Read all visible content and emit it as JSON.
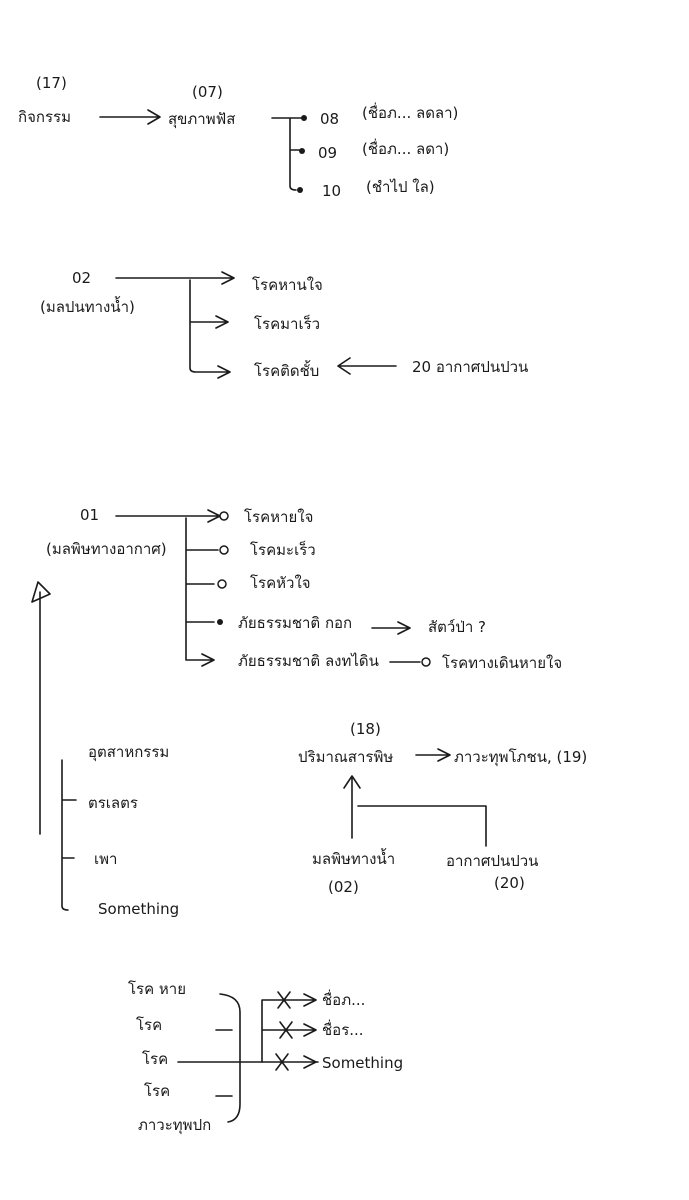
{
  "section1": {
    "root_num": "(17)",
    "root_label": "กิจกรรม",
    "mid_num": "(07)",
    "mid_label": "สุขภาพฟัส",
    "leaves": [
      {
        "num": "08",
        "label": "(ชื่อภ... ลดลา)"
      },
      {
        "num": "09",
        "label": "(ชื่อภ... ลดา)"
      },
      {
        "num": "10",
        "label": "(ชำไป ใล)"
      }
    ]
  },
  "section2": {
    "num": "02",
    "label": "(มลปนทางน้ำ)",
    "items": [
      "โรคหานใจ",
      "โรคมาเร็ว",
      "โรคติดชั้บ"
    ],
    "incoming_label": "20 อากาศปนปวน"
  },
  "section3": {
    "num": "01",
    "label": "(มลพิษทางอากาศ)",
    "items": [
      "โรคหายใจ",
      "โรคมะเร็ว",
      "โรคหัวใจ",
      "ภัยธรรมชาติ กอก",
      "ภัยธรรมชาติ ลงทไดิน"
    ],
    "item4_target": "สัตว์ป่า ?",
    "item5_target": "โรคทางเดินหายใจ"
  },
  "section4": {
    "items": [
      "อุตสาหกรรม",
      "ตรเลตร",
      "เพา",
      "Something"
    ]
  },
  "section5": {
    "top_num": "(18)",
    "top_label": "ปริมาณสารพิษ",
    "right_label": "ภาวะทุพโภชน, (19)",
    "left_label": "มลพิษทางน้ำ",
    "left_num": "(02)",
    "right_src_label": "อากาศปนปวน",
    "right_src_num": "(20)"
  },
  "section6": {
    "items": [
      "โรค หาย",
      "โรค",
      "โรค",
      "โรค",
      "ภาวะทุพปก"
    ],
    "targets": [
      "ชื่อภ...",
      "ชื่อร...",
      "Something"
    ]
  }
}
